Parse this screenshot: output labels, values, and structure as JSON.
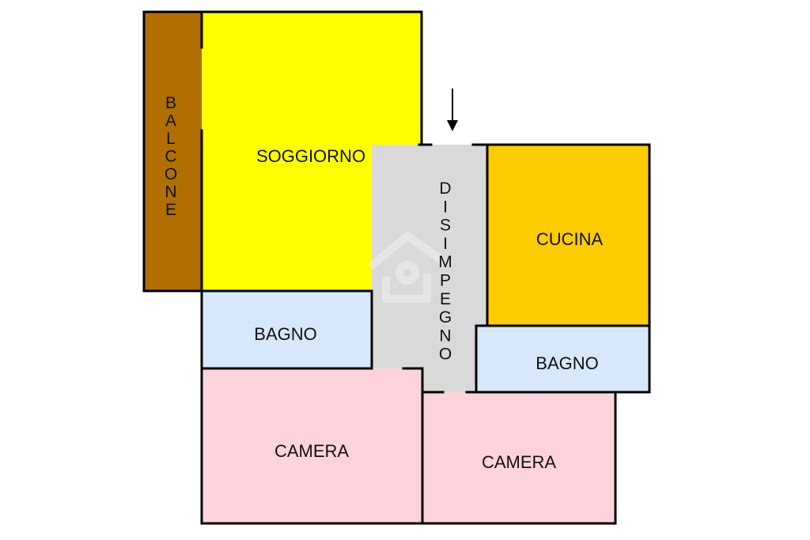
{
  "floorplan": {
    "entrance_icon": "down-arrow-icon",
    "watermark_icon": "house-watermark-icon",
    "wall_color": "#000000",
    "rooms": {
      "balcone": {
        "label": "BALCONE",
        "color": "#B06F00"
      },
      "soggiorno": {
        "label": "SOGGIORNO",
        "color": "#FFFF00"
      },
      "disimpegno": {
        "label": "DISIMPEGNO",
        "color": "#D9D9D9"
      },
      "cucina": {
        "label": "CUCINA",
        "color": "#FFCC00"
      },
      "bagno_1": {
        "label": "BAGNO",
        "color": "#D6E8FA"
      },
      "bagno_2": {
        "label": "BAGNO",
        "color": "#D6E8FA"
      },
      "camera_1": {
        "label": "CAMERA",
        "color": "#FFD3DC"
      },
      "camera_2": {
        "label": "CAMERA",
        "color": "#FFD3DC"
      }
    }
  }
}
